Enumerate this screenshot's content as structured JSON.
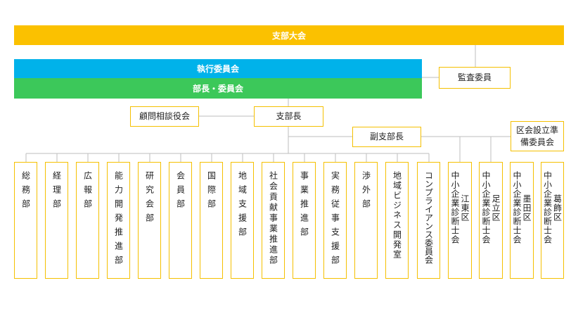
{
  "top_bar": {
    "label": "支部大会",
    "color": "#fbc100"
  },
  "exec_bar": {
    "label": "執行委員会",
    "color": "#00b2ea"
  },
  "dept_bar": {
    "label": "部長・委員会",
    "color": "#3cc85a"
  },
  "auditor": "監査委員",
  "advisor": "顧問相談役会",
  "branch_head": "支部長",
  "vice_head": "副支部長",
  "ward_prep": "区会設立準備委員会",
  "departments": [
    "総務部",
    "経理部",
    "広報部",
    "能力開発推進部",
    "研究会部",
    "会員部",
    "国際部",
    "地域支援部",
    "社会貢献事業推進部",
    "事業推進部",
    "実務従事支援部",
    "渉外部",
    "地域ビジネス開発室",
    "コンプライアンス委員会"
  ],
  "wards": [
    {
      "ward": "江東区",
      "name": "中小企業診断士会"
    },
    {
      "ward": "足立区",
      "name": "中小企業診断士会"
    },
    {
      "ward": "墨田区",
      "name": "中小企業診断士会"
    },
    {
      "ward": "葛飾区",
      "name": "中小企業診断士会"
    }
  ]
}
